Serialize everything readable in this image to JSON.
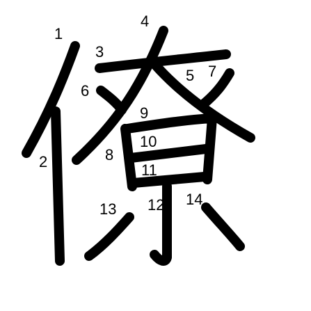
{
  "diagram": {
    "character": "僚",
    "stroke_color": "#000000",
    "background_color": "#ffffff",
    "stroke_numbers": [
      "1",
      "2",
      "3",
      "4",
      "5",
      "6",
      "7",
      "8",
      "9",
      "10",
      "11",
      "12",
      "13",
      "14"
    ]
  }
}
